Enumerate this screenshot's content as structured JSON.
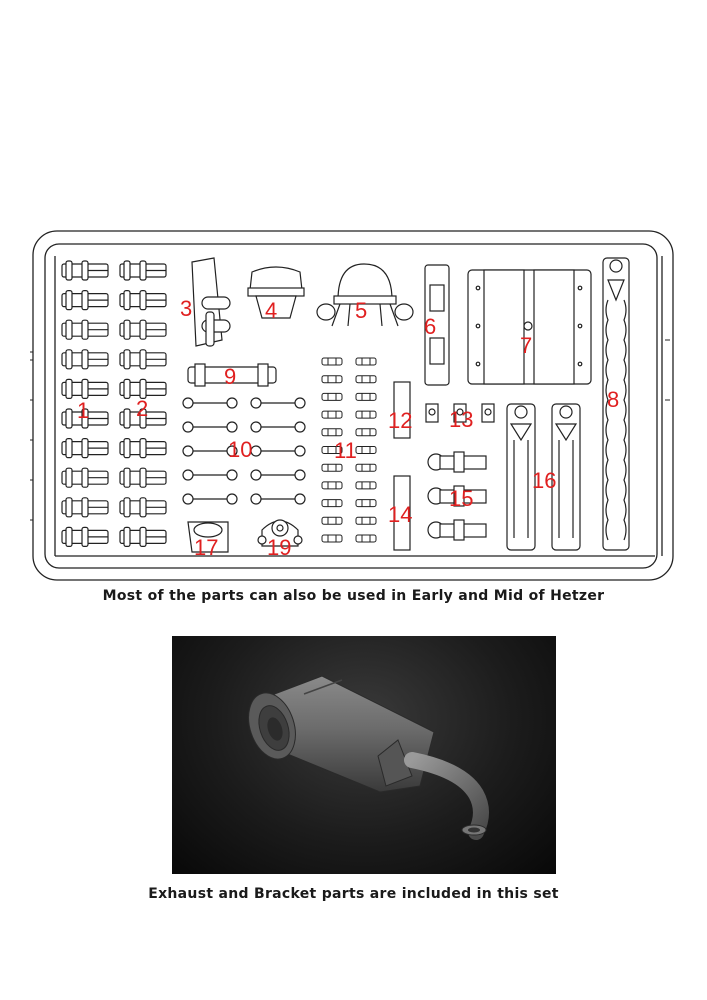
{
  "parts_sheet": {
    "labels": [
      "1",
      "2",
      "3",
      "4",
      "5",
      "6",
      "7",
      "8",
      "9",
      "10",
      "11",
      "12",
      "13",
      "14",
      "15",
      "16",
      "17",
      "19"
    ]
  },
  "captions": {
    "sprue_note": "Most of the parts can also be used in Early and Mid of Hetzer",
    "exhaust_note": "Exhaust and Bracket parts are included in this set"
  },
  "colors": {
    "label_red": "#e02020",
    "line_art": "#222222",
    "render_bg": "#111111"
  }
}
